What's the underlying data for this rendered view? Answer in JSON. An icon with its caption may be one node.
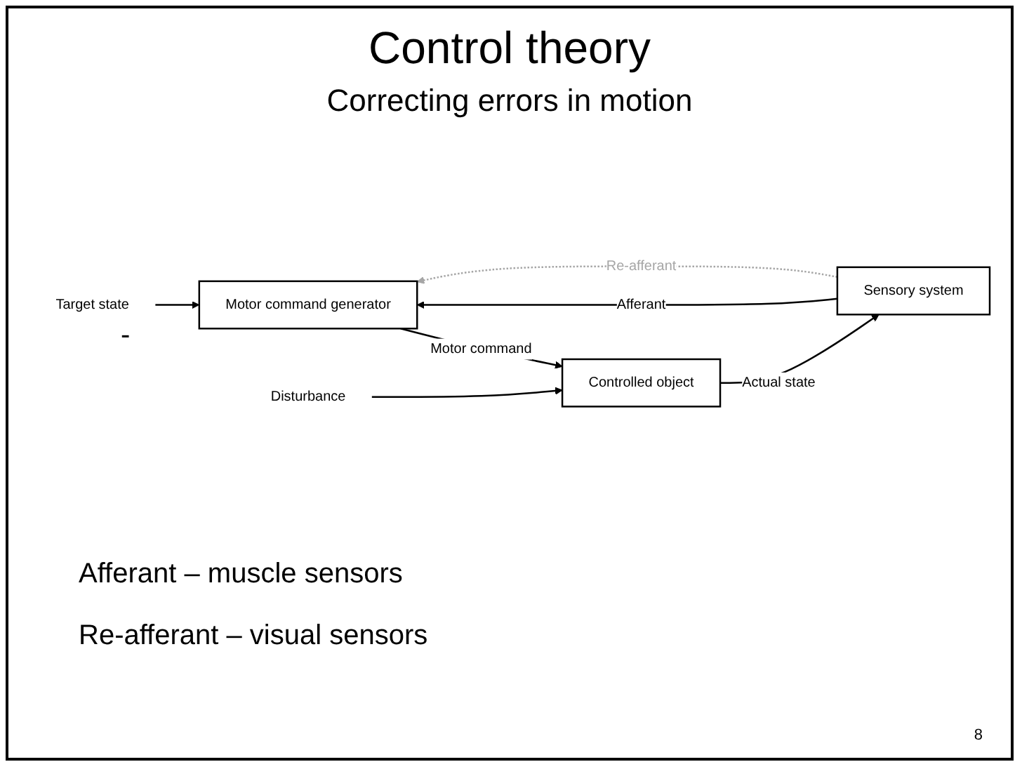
{
  "diagram": {
    "title": "Control theory",
    "caption": "Correcting errors in motion",
    "nodes": [
      {
        "text": [
          "Disturbance"
        ]
      },
      {
        "text": [
          "Target state"
        ]
      },
      {
        "text": [
          "Motor command generator"
        ]
      },
      {
        "text": [
          "Controlled object"
        ]
      },
      {
        "text": [
          "Sensory system"
        ]
      }
    ],
    "edges": [
      {
        "from": 1,
        "to": 2,
        "arrow": "to"
      },
      {
        "from": 2,
        "to": 3,
        "arrow": "to",
        "label": "Motor command"
      },
      {
        "from": 0,
        "to": 3,
        "arrow": "to"
      },
      {
        "from": 3,
        "to": 4,
        "arrow": "to",
        "label": "Actual state"
      },
      {
        "from": 4,
        "to": 2,
        "arrow": "to",
        "label": "Afferant"
      },
      {
        "from": 4,
        "to": 2,
        "arrow": "to",
        "label": "Re-afferant",
        "style": "dashed",
        "color": "#a6a6a6"
      }
    ],
    "labels": [
      "-",
      "Afferant – muscle sensors",
      "Re-afferant – visual sensors",
      "8"
    ]
  }
}
